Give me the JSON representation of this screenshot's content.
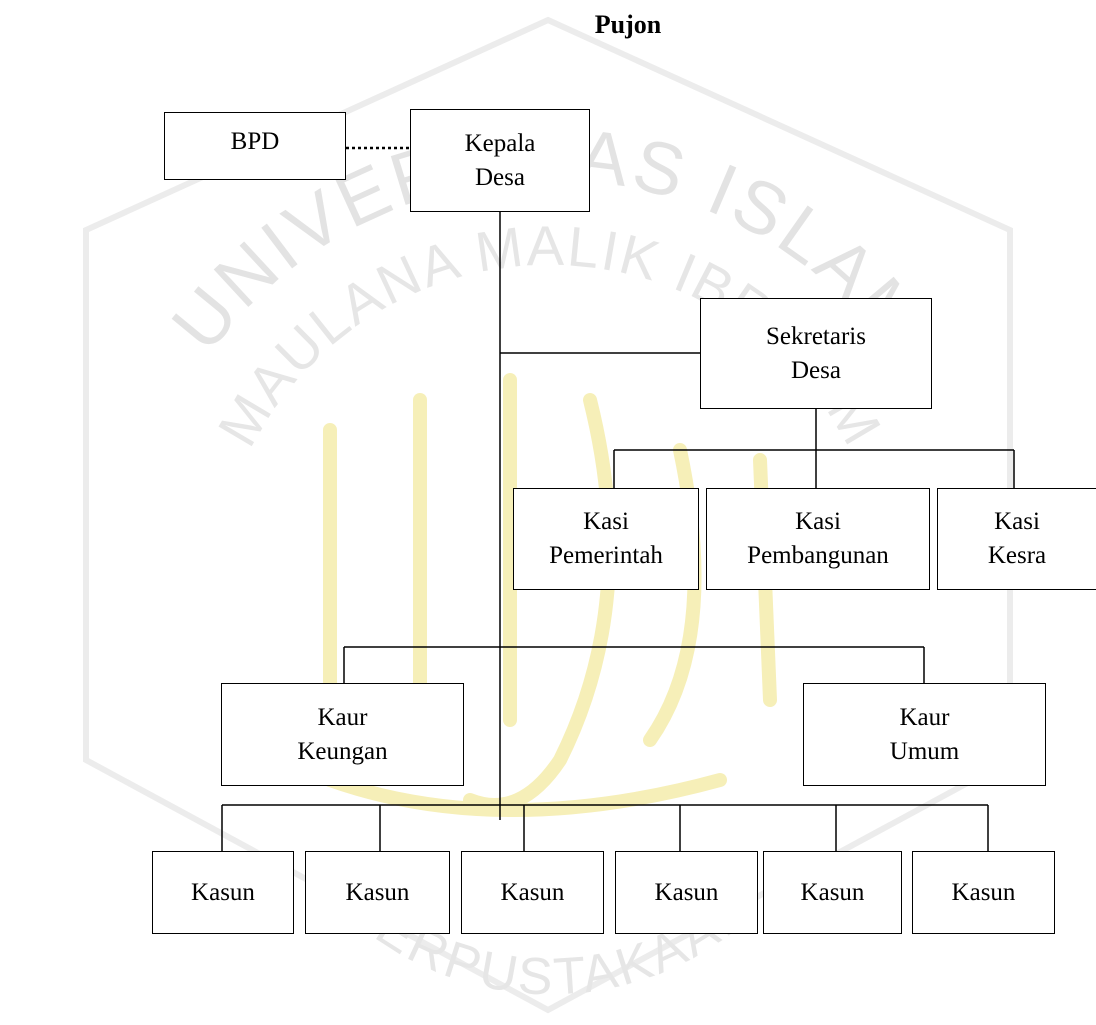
{
  "title": "Pujon",
  "watermark": {
    "arc_top": "UNIVERSITAS ISLAM",
    "arc_inner": "MAULANA MALIK IBRAHIM",
    "arc_bottom": "PERPUSTAKAAN",
    "colors": {
      "text": "#e3e3e3",
      "calligraphy": "#f6efb8"
    }
  },
  "chart": {
    "bpd": [
      "BPD"
    ],
    "kepala_desa": [
      "Kepala",
      "Desa"
    ],
    "sekretaris_desa": [
      "Sekretaris",
      "Desa"
    ],
    "kasi_pemerintah": [
      "Kasi",
      "Pemerintah"
    ],
    "kasi_pembangunan": [
      "Kasi",
      "Pembangunan"
    ],
    "kasi_kesra": [
      "Kasi",
      "Kesra"
    ],
    "kaur_keuangan": [
      "Kaur",
      "Keungan"
    ],
    "kaur_umum": [
      "Kaur",
      "Umum"
    ],
    "kasun": [
      "Kasun",
      "Kasun",
      "Kasun",
      "Kasun",
      "Kasun",
      "Kasun"
    ]
  }
}
